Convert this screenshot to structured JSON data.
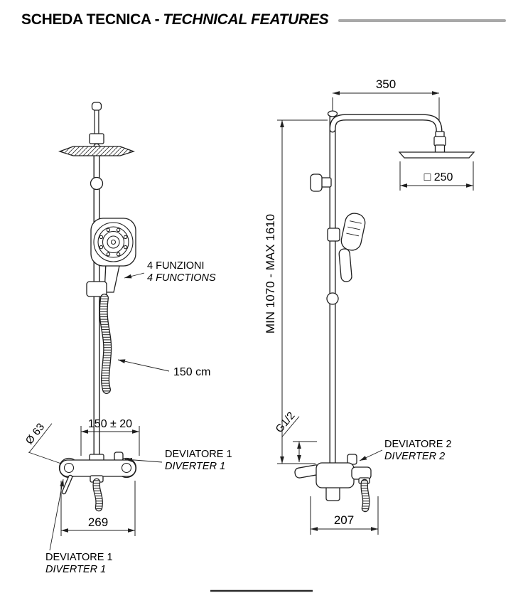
{
  "header": {
    "title_main": "SCHEDA TECNICA -",
    "title_accent": "TECHNICAL FEATURES"
  },
  "front_view": {
    "functions_line1": "4 FUNZIONI",
    "functions_line2": "4 FUNCTIONS",
    "hose_length": "150 cm",
    "diameter_label": "Ø 63",
    "spacing_dim": "150 ± 20",
    "diverter_right_line1": "DEVIATORE 1",
    "diverter_right_line2": "DIVERTER 1",
    "width_dim": "269",
    "diverter_bottom_line1": "DEVIATORE 1",
    "diverter_bottom_line2": "DIVERTER 1"
  },
  "side_view": {
    "arm_dim": "350",
    "head_dim": "□ 250",
    "height_dim": "MIN 1070  -  MAX 1610",
    "thread_label": "G1/2",
    "diverter_line1": "DEVIATORE 2",
    "diverter_line2": "DIVERTER 2",
    "depth_dim": "207"
  },
  "colors": {
    "line_color": "#1f1f1f",
    "divider_gray": "#a8a8a8"
  }
}
